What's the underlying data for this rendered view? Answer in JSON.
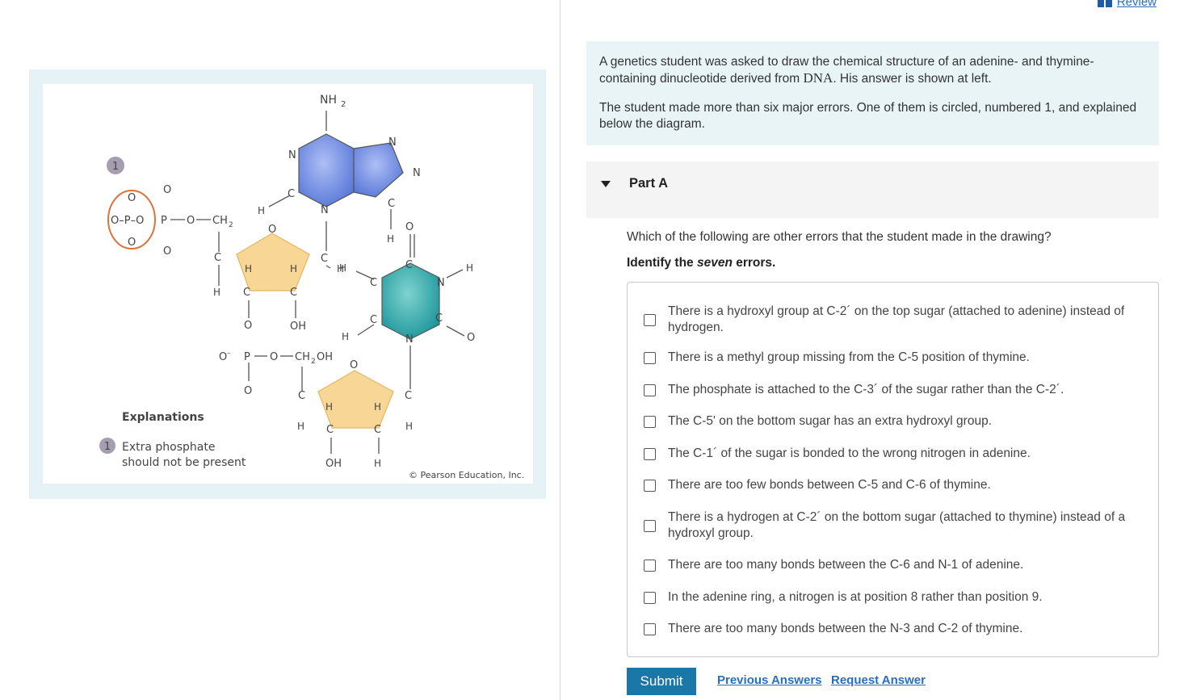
{
  "header": {
    "review_label": "Review"
  },
  "figure": {
    "marker": "1",
    "labels": {
      "nh2": "NH",
      "nh2_sub": "2",
      "ch2": "CH",
      "ch2_sub": "2",
      "ch2oh": "CH",
      "ch2oh_sub": "2",
      "ch2oh_tail": "OH",
      "oh": "OH",
      "o": "O",
      "o_minus": "O",
      "o_minus_sup": "–",
      "p": "P",
      "c": "C",
      "n": "N",
      "h": "H",
      "o_p_o": "O–P–O"
    },
    "explanations_title": "Explanations",
    "explanation_num": "1",
    "explanation_line1": "Extra phosphate",
    "explanation_line2": "should not be present",
    "copyright": "© Pearson Education, Inc."
  },
  "intro": {
    "p1_a": "A genetics student was asked to draw the chemical structure of an adenine- and thymine-containing dinucleotide derived from ",
    "p1_dna": "DNA",
    "p1_b": ". His answer is shown at left.",
    "p2": "The student made more than six major errors. One of them is circled, numbered 1, and explained below the diagram."
  },
  "part": {
    "title": "Part A"
  },
  "question": "Which of the following are other errors that the student made in the drawing?",
  "instruction_a": "Identify the ",
  "instruction_em": "seven",
  "instruction_b": " errors.",
  "options": [
    "There is a hydroxyl group at C-2´ on the  top sugar (attached to adenine) instead of hydrogen.",
    "There is a methyl group missing from the C-5 position of thymine.",
    "The phosphate is attached to the C-3´ of the sugar rather than the C-2´.",
    "The C-5' on the bottom sugar has an extra hydroxyl group.",
    "The C-1´ of the sugar is bonded to the wrong nitrogen in adenine.",
    "There are too few bonds between C-5 and C-6 of thymine.",
    "There is a hydrogen at C-2´ on the bottom sugar (attached to thymine) instead of a hydroxyl group.",
    "There are too many bonds between the C-6 and N-1 of adenine.",
    "In the adenine ring, a nitrogen is at position 8 rather than position 9.",
    "There are too many bonds between the N-3 and C-2 of thymine."
  ],
  "actions": {
    "submit_label": "Submit",
    "previous_answers_label": "Previous Answers",
    "request_answer_label": "Request Answer"
  },
  "colors": {
    "purine_blue": "#6f8fe0",
    "pyrimidine_teal": "#2aa3a7",
    "sugar_yellow": "#f8d796",
    "circle_orange": "#d9753c",
    "marker_gray": "#a59db0",
    "submit_bg": "#1b77a8",
    "link_blue": "#2a6ebb"
  }
}
